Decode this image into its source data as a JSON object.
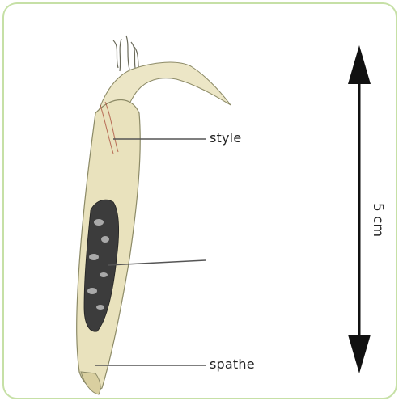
{
  "labels": {
    "style": "style",
    "spathe": "spathe",
    "unlabeled_pointer": ""
  },
  "scale": {
    "text": "5 cm"
  },
  "colors": {
    "frame_border": "#c6e0a6",
    "line": "#555555",
    "arrow": "#111111",
    "spathe_fill": "#e9e2bd",
    "seed_dark": "#3c3c3c"
  }
}
